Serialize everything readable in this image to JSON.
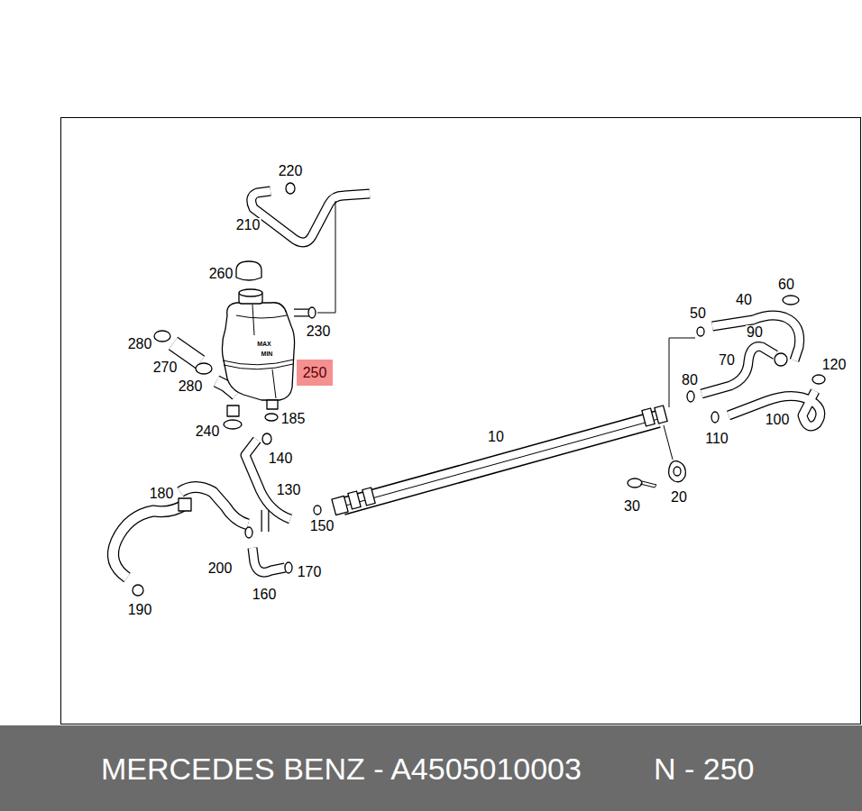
{
  "diagram": {
    "nodes": [
      {
        "text": [
          "250"
        ]
      },
      {
        "text": [
          "MERCEDES BENZ - A4505010003",
          "N - 250"
        ]
      }
    ],
    "labels": [
      "220",
      "210",
      "260",
      "60",
      "40",
      "50",
      "230",
      "90",
      "280",
      "MAX",
      "70",
      "270",
      "120",
      "MIN",
      "280",
      "80",
      "185",
      "100",
      "240",
      "10",
      "110",
      "140",
      "130",
      "180",
      "20",
      "30",
      "150",
      "200",
      "170",
      "160",
      "190"
    ]
  }
}
